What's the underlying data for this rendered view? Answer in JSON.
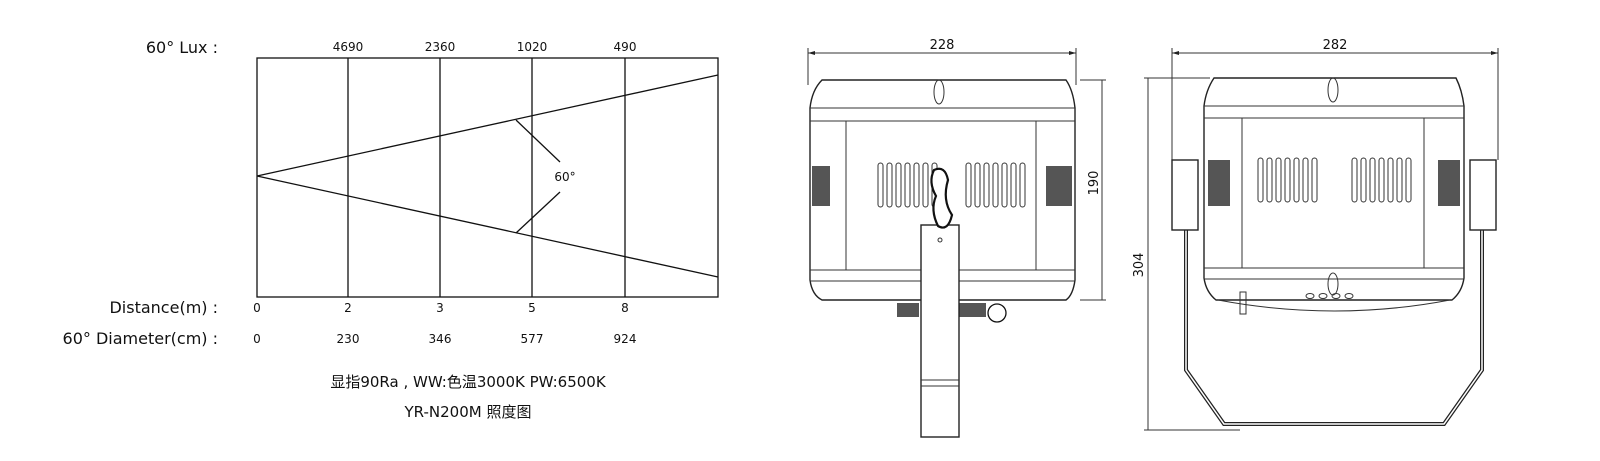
{
  "photometric_chart": {
    "lux_label": "60° Lux :",
    "distance_label": "Distance(m) :",
    "diameter_label": "60° Diameter(cm) :",
    "beam_angle_label": "60°",
    "lux_values": [
      "4690",
      "2360",
      "1020",
      "490"
    ],
    "distances": [
      "0",
      "2",
      "3",
      "5",
      "8"
    ],
    "diameters": [
      "0",
      "230",
      "346",
      "577",
      "924"
    ],
    "caption_line1": "显指90Ra , WW:色温3000K  PW:6500K",
    "caption_line2": "YR-N200M 照度图"
  },
  "side_view": {
    "width_dim": "228",
    "height_dim": "190"
  },
  "front_view": {
    "width_dim": "282",
    "height_dim": "304"
  }
}
